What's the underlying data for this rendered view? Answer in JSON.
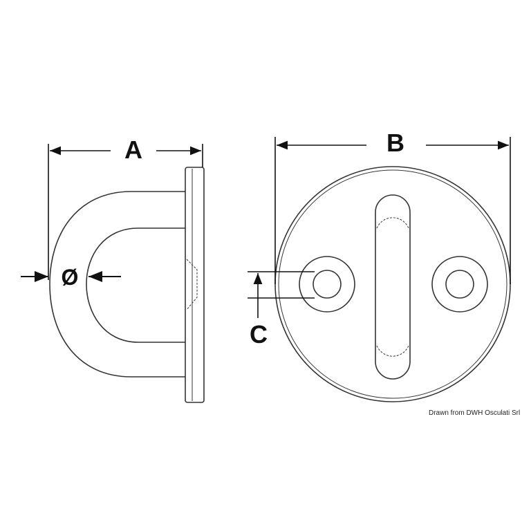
{
  "labels": {
    "dim_a": "A",
    "dim_b": "B",
    "dim_c": "C",
    "dim_diameter": "Ø"
  },
  "credit": "Drawn from DWH Osculati Srl",
  "colors": {
    "line": "#222222",
    "background": "#ffffff"
  }
}
